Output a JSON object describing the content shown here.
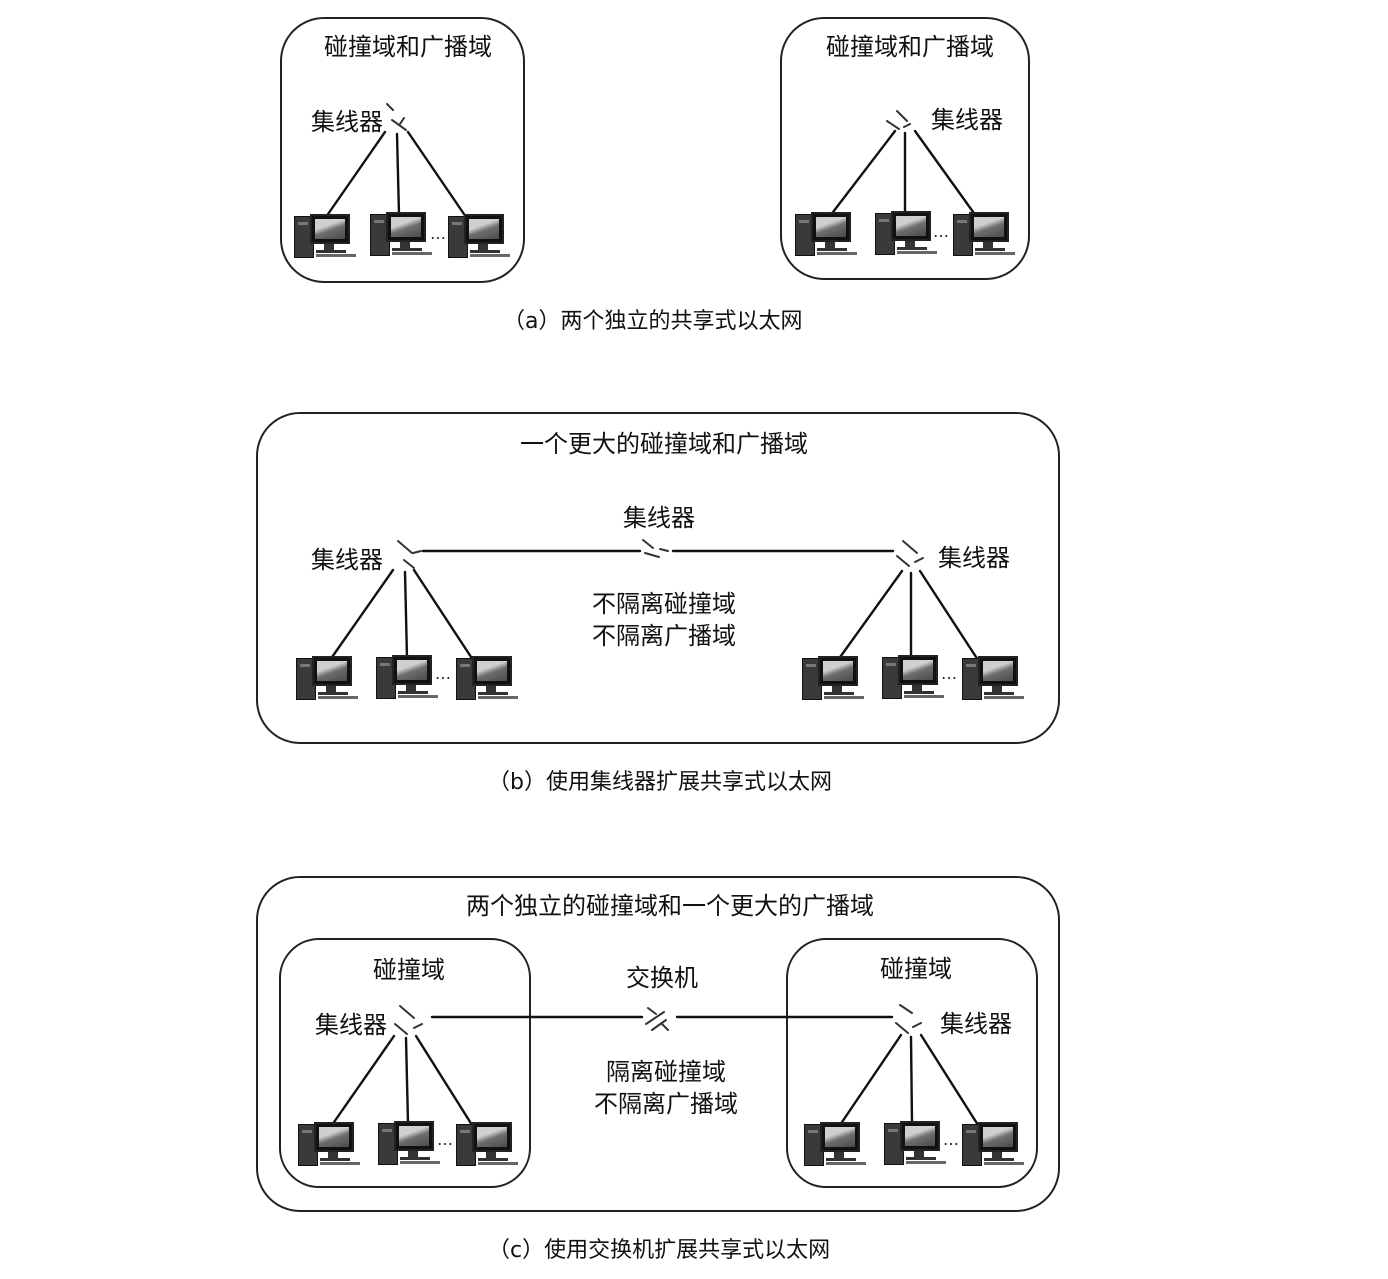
{
  "panel_a": {
    "left_box_title": "碰撞域和广播域",
    "right_box_title": "碰撞域和广播域",
    "left_hub_label": "集线器",
    "right_hub_label": "集线器",
    "caption": "（a）两个独立的共享式以太网"
  },
  "panel_b": {
    "box_title": "一个更大的碰撞域和广播域",
    "center_hub_label": "集线器",
    "left_hub_label": "集线器",
    "right_hub_label": "集线器",
    "note_line1": "不隔离碰撞域",
    "note_line2": "不隔离广播域",
    "caption": "（b）使用集线器扩展共享式以太网"
  },
  "panel_c": {
    "box_title": "两个独立的碰撞域和一个更大的广播域",
    "left_inner_title": "碰撞域",
    "right_inner_title": "碰撞域",
    "switch_label": "交换机",
    "left_hub_label": "集线器",
    "right_hub_label": "集线器",
    "note_line1": "隔离碰撞域",
    "note_line2": "不隔离广播域",
    "caption": "（c）使用交换机扩展共享式以太网"
  },
  "ellipsis": "…",
  "icons": {
    "hub": "hub-icon",
    "switch": "switch-icon",
    "computer": "computer-icon"
  }
}
